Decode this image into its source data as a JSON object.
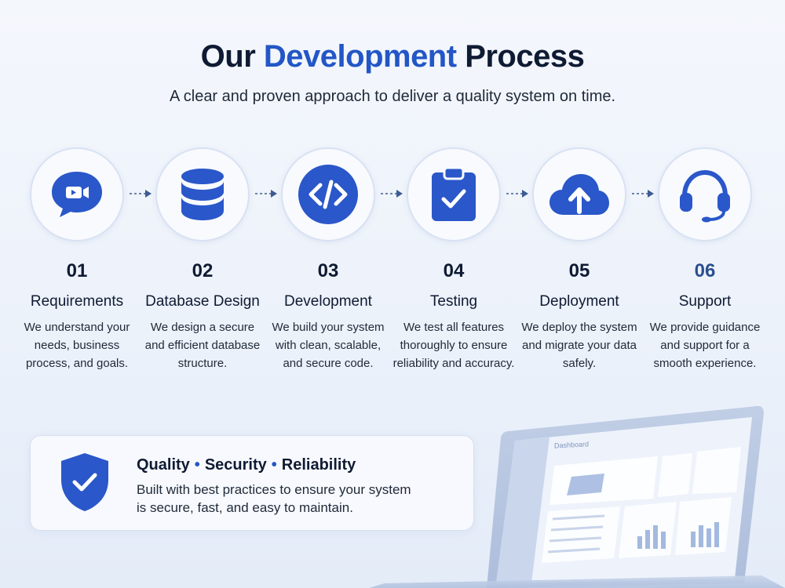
{
  "header": {
    "title_pre": "Our",
    "title_accent": "Development",
    "title_post": "Process",
    "subtitle": "A clear and proven approach to deliver a quality system on time."
  },
  "steps": [
    {
      "number": "01",
      "title": "Requirements",
      "description": "We understand your\nneeds, business\nprocess, and goals.",
      "icon": "chat-video-icon"
    },
    {
      "number": "02",
      "title": "Database Design",
      "description": "We design a secure\nand efficient database\nstructure.",
      "icon": "database-icon"
    },
    {
      "number": "03",
      "title": "Development",
      "description": "We build your system\nwith clean, scalable,\nand secure code.",
      "icon": "code-icon"
    },
    {
      "number": "04",
      "title": "Testing",
      "description": "We test all features\nthoroughly to ensure\nreliability and accuracy.",
      "icon": "clipboard-check-icon"
    },
    {
      "number": "05",
      "title": "Deployment",
      "description": "We deploy the system\nand migrate your data\nsafely.",
      "icon": "cloud-upload-icon"
    },
    {
      "number": "06",
      "title": "Support",
      "description": "We provide guidance\nand support for a\nsmooth experience.",
      "icon": "headset-icon"
    }
  ],
  "quality": {
    "word1": "Quality",
    "word2": "Security",
    "word3": "Reliability",
    "separator": "•",
    "description": "Built with best practices to ensure your system\nis secure, fast, and easy to maintain."
  },
  "laptop": {
    "screen_heading": "Dashboard"
  },
  "colors": {
    "accent": "#2356c6",
    "icon_blue": "#2a57c9",
    "text_dark": "#0f1b33"
  }
}
